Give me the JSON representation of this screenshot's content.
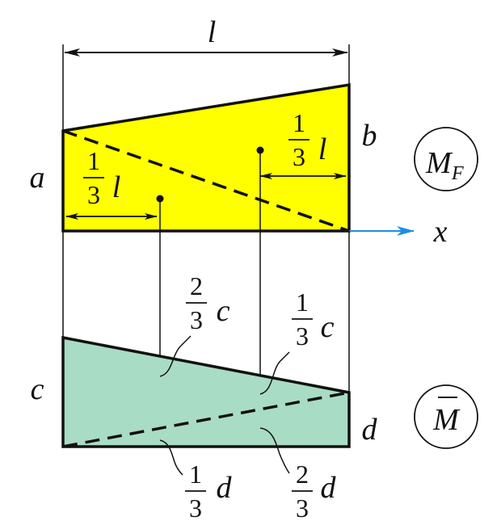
{
  "labels": {
    "length": "l",
    "a": "a",
    "b": "b",
    "c": "c",
    "d": "d",
    "x_axis": "x",
    "mf_main": "M",
    "mf_sub": "F",
    "mbar": "M"
  },
  "fractions": {
    "one": "1",
    "two": "2",
    "three": "3"
  },
  "fraction_labels": {
    "left_dim_var": "l",
    "right_dim_var": "l",
    "two_thirds_c_var": "c",
    "one_third_c_var": "c",
    "one_third_d_var": "d",
    "two_thirds_d_var": "d"
  },
  "colors": {
    "upper_fill": "#ffff00",
    "lower_fill": "#a9dcc4",
    "axis_arrow": "#1e8fe1",
    "stroke": "#111111"
  }
}
